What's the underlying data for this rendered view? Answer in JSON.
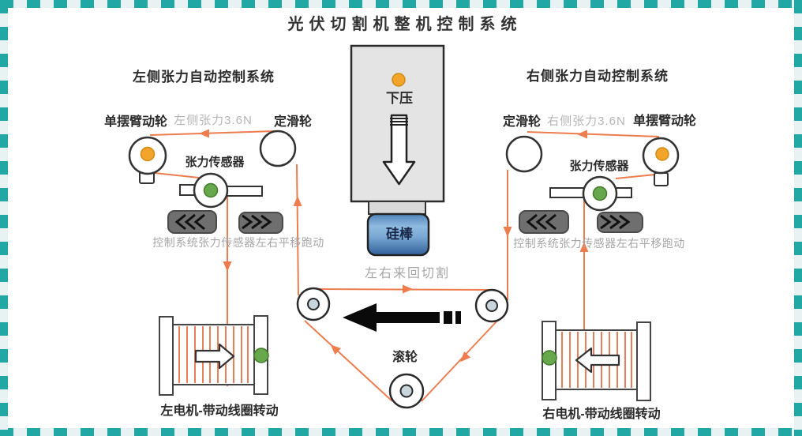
{
  "title": "光伏切割机整机控制系统",
  "left_system": {
    "title": "左侧张力自动控制系统",
    "swing_wheel": "单摆臂动轮",
    "tension": "左侧张力3.6N",
    "pulley": "定滑轮",
    "sensor": "张力传感器",
    "caption": "控制系统张力传感器左右平移跑动",
    "motor": "左电机-带动线圈转动"
  },
  "right_system": {
    "title": "右侧张力自动控制系统",
    "pulley": "定滑轮",
    "tension": "右侧张力3.6N",
    "swing_wheel": "单摆臂动轮",
    "sensor": "张力传感器",
    "caption": "控制系统张力传感器左右平移跑动",
    "motor": "右电机-带动线圈转动"
  },
  "cutter": {
    "press": "下压",
    "silicon": "硅棒",
    "cutting": "左右来回切割",
    "roller": "滚轮"
  },
  "colors": {
    "border_teal": "#21A7A4",
    "wire_orange": "#ED7D4F",
    "dot_orange": "#F2A42B",
    "dot_green": "#68A84D",
    "silicon_blue": "#5C8FC0",
    "block_gray": "#6F6F6F"
  },
  "icons": {
    "translate_left": "chevrons-left",
    "translate_right": "chevrons-right",
    "press_down": "arrow-down",
    "cut_direction": "arrow-left"
  }
}
